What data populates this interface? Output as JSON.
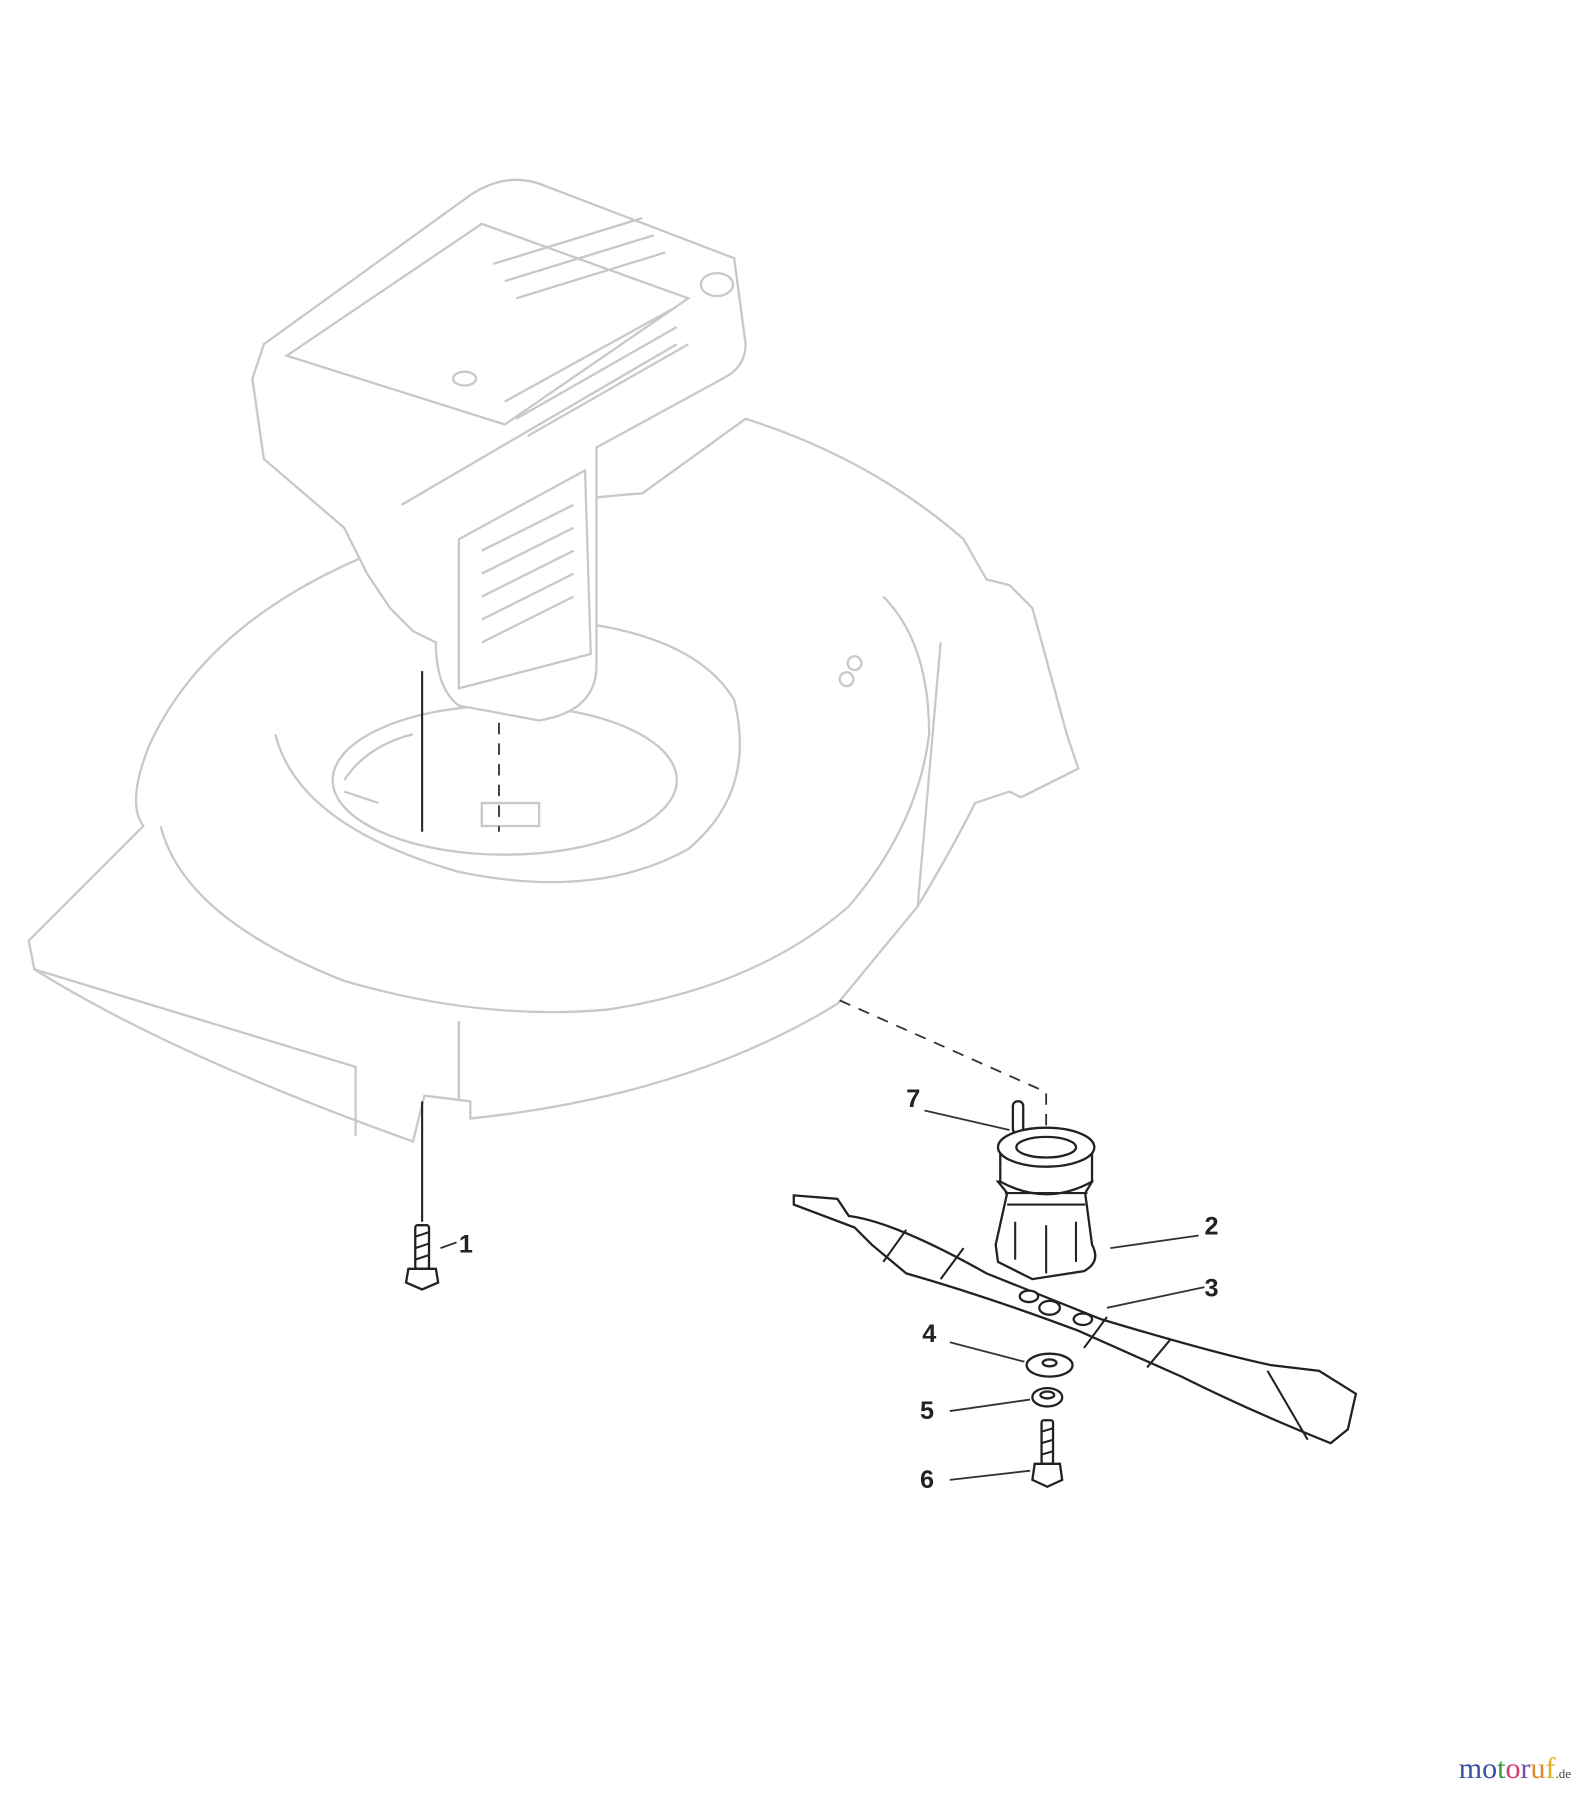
{
  "diagram": {
    "callouts": [
      {
        "id": "1",
        "label": "1"
      },
      {
        "id": "2",
        "label": "2"
      },
      {
        "id": "3",
        "label": "3"
      },
      {
        "id": "4",
        "label": "4"
      },
      {
        "id": "5",
        "label": "5"
      },
      {
        "id": "6",
        "label": "6"
      },
      {
        "id": "7",
        "label": "7"
      }
    ],
    "colors": {
      "ghost_lines": "#c8c8c8",
      "part_lines": "#222222"
    }
  },
  "watermark": {
    "brand": "motoruf",
    "tld": ".de",
    "letter_colors": [
      "#3b4fa0",
      "#3b4fa0",
      "#3c9a3c",
      "#d43a6a",
      "#7a4fa0",
      "#e0892a",
      "#e0b020"
    ]
  }
}
